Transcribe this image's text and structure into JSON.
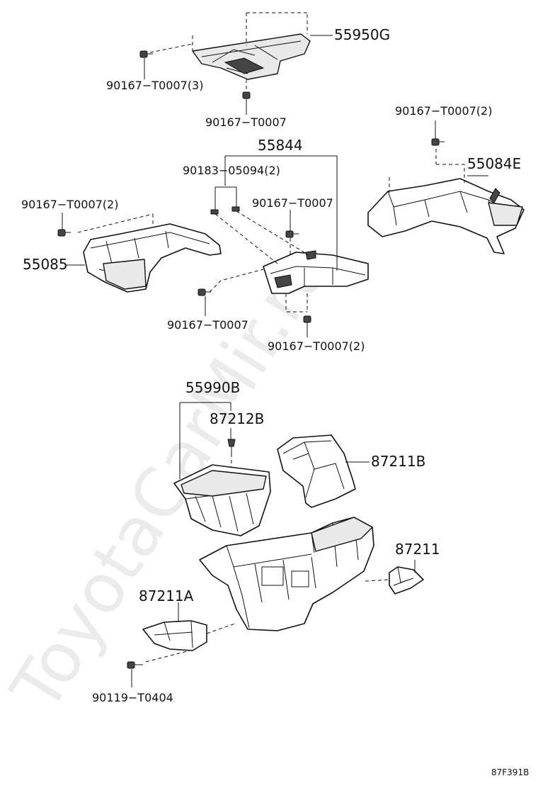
{
  "watermark": "ToyotaCarMir.ru",
  "diagram_code": "87F391B",
  "labels": {
    "p55950G": "55950G",
    "p90167_T0007_3": "90167−T0007(3)",
    "p90167_T0007_a": "90167−T0007",
    "p90167_T0007_2_right": "90167−T0007(2)",
    "p55844": "55844",
    "p55084E": "55084E",
    "p90183_05094_2": "90183−05094(2)",
    "p90167_T0007_2_left": "90167−T0007(2)",
    "p90167_T0007_b": "90167−T0007",
    "p55085": "55085",
    "p90167_T0007_c": "90167−T0007",
    "p90167_T0007_2_bottom": "90167−T0007(2)",
    "p55990B": "55990B",
    "p87212B": "87212B",
    "p87211B": "87211B",
    "p87211": "87211",
    "p87211A": "87211A",
    "p90119_T0404": "90119−T0404"
  }
}
